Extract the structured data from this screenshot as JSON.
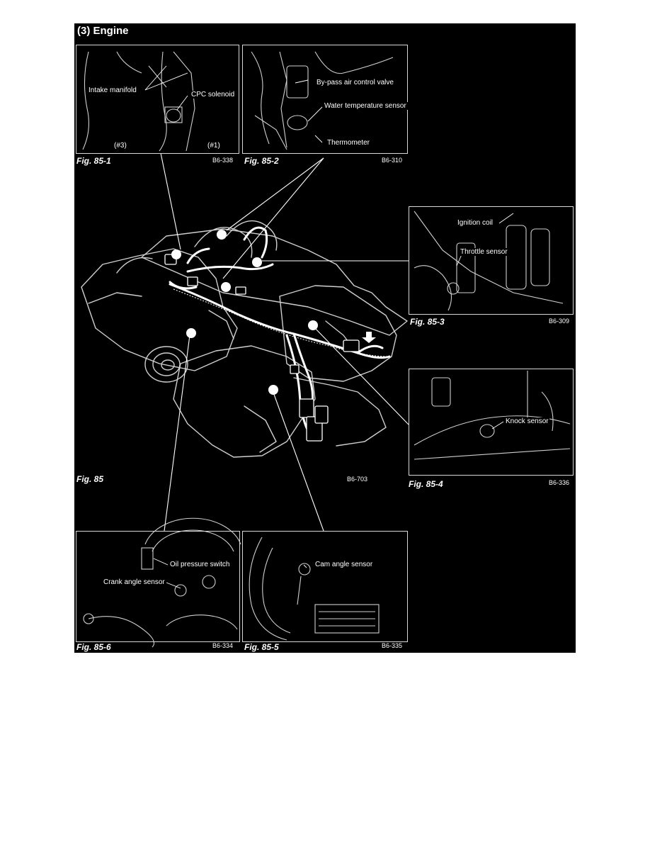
{
  "page_title": "(3) Engine",
  "main_figure": {
    "caption": "Fig. 85",
    "code": "B6-703"
  },
  "figures": [
    {
      "caption": "Fig. 85-1",
      "code": "B6-338",
      "labels": [
        "Intake manifold",
        "CPC solenoid",
        "(#3)",
        "(#1)"
      ]
    },
    {
      "caption": "Fig. 85-2",
      "code": "B6-310",
      "labels": [
        "By-pass air control valve",
        "Water temperature sensor",
        "Thermometer"
      ]
    },
    {
      "caption": "Fig. 85-3",
      "code": "B6-309",
      "labels": [
        "Ignition coil",
        "Throttle sensor"
      ]
    },
    {
      "caption": "Fig. 85-4",
      "code": "B6-336",
      "labels": [
        "Knock sensor"
      ]
    },
    {
      "caption": "Fig. 85-5",
      "code": "B6-335",
      "labels": [
        "Cam angle sensor"
      ]
    },
    {
      "caption": "Fig. 85-6",
      "code": "B6-334",
      "labels": [
        "Oil pressure switch",
        "Crank angle sensor"
      ]
    }
  ],
  "colors": {
    "background": "#000000",
    "ink": "#ffffff",
    "page": "#ffffff"
  }
}
